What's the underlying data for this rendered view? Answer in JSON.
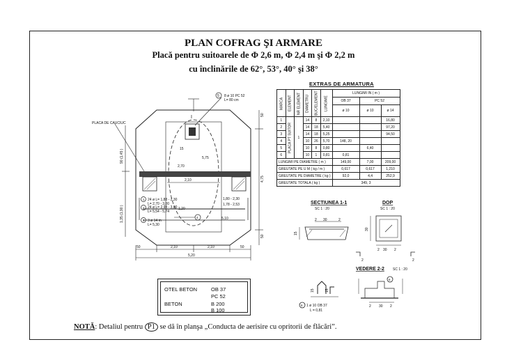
{
  "title": {
    "line1": "PLAN COFRAG ŞI ARMARE",
    "line2": "Placă pentru suitoarele de Φ 2,6 m, Φ 2,4 m şi Φ 2,2 m",
    "line3": "cu înclinările de 62°, 53°, 40° şi 38°"
  },
  "plan": {
    "label_placa": "PLACA DE CAUCIUC",
    "bar5": "5",
    "bar5_spec": "8 ø 10 PC 52",
    "bar5_len": "L= 80 cm",
    "dim_bottom_total": "5,20",
    "dim_bottom_parts": [
      "50",
      "2,10",
      "2,10",
      "50"
    ],
    "dim_inner": "2,10",
    "dim_right": [
      "50",
      "4,75",
      "50"
    ],
    "dim_left_upper": "90 (1,45 )",
    "dim_left_lower": "1,35 (1,90 )",
    "dim_270": "2,70",
    "dim_120": "1,20",
    "dim_510": "5,10",
    "dim_15": "15",
    "dim_575": "5,75",
    "bar1": "1",
    "bar1_spec": "24 ø  L= 1,88 - 2,30",
    "bar1_len": "L= 2,70 - 3,00",
    "bar2": "2",
    "bar2_spec": "24 ø  L= 2,98 - 3,00",
    "bar2_len": "L= 5,54 - 5,74",
    "bar3": "3",
    "bar3_spec": "3 ø 14  m",
    "bar3_len": "L= 5,30",
    "bar4": "4",
    "bar1b_spec": "1,80 - 2,30",
    "bar1b_len": "1,78 - 2,53",
    "mark_i": "I"
  },
  "extras": {
    "title": "EXTRAS   DE   ARMATURA",
    "col_headers": [
      "MARCA",
      "ELEMENT",
      "NR ELEMENT",
      "DIAMETRU",
      "BUC/ELEMENT",
      "LUNGIME"
    ],
    "lung_header": "LUNGIMI   IN    ( m )",
    "grades": [
      "OB 37",
      "PC 52"
    ],
    "diams": [
      "ø 10",
      "ø 10",
      "ø 14"
    ],
    "element_label": "PLACA  PT SUITOR",
    "nr_element": "1",
    "rows": [
      {
        "marca": "1",
        "diam": "14",
        "buc": "8",
        "lung": "2,10",
        "ob10": "",
        "pc10": "",
        "pc14": "16,80"
      },
      {
        "marca": "2",
        "diam": "14",
        "buc": "18",
        "lung": "5,40",
        "ob10": "",
        "pc10": "",
        "pc14": "97,20"
      },
      {
        "marca": "3",
        "diam": "14",
        "buc": "18",
        "lung": "5,25",
        "ob10": "",
        "pc10": "",
        "pc14": "94,50"
      },
      {
        "marca": "4",
        "diam": "10",
        "buc": "26",
        "lung": "5,70",
        "ob10": "148, 20",
        "pc10": "",
        "pc14": ""
      },
      {
        "marca": "5",
        "diam": "10",
        "buc": "8",
        "lung": "0,80",
        "ob10": "",
        "pc10": "6,40",
        "pc14": ""
      },
      {
        "marca": "6",
        "diam": "10",
        "buc": "1",
        "lung": "0,81",
        "ob10": "0,81",
        "pc10": "",
        "pc14": ""
      }
    ],
    "sum_rows": [
      {
        "label": "LUNGIMI  PE  DIAMETRE  ( m )",
        "v": [
          "149,00",
          "7,00",
          "209,00"
        ]
      },
      {
        "label": "GREUTATE  PE  U M ( kg / m )",
        "v": [
          "0,617",
          "0,617",
          "1,210"
        ]
      },
      {
        "label": "GREUTATE  PE  DIAMETRE  ( kg )",
        "v": [
          "92,0",
          "4,4",
          "252,9"
        ]
      }
    ],
    "total_label": "GREUTATE  TOTALA  ( kg )",
    "total_value": "349, 3"
  },
  "section11": {
    "title": "SECTIUNEA   1-1",
    "scale": "SC  1 : 20",
    "dims": [
      "2",
      "30",
      "2",
      "15"
    ]
  },
  "dop": {
    "title": "DOP",
    "scale": "SC  1 : 20",
    "dims": [
      "30",
      "2",
      "30",
      "2"
    ]
  },
  "vedere": {
    "title": "VEDERE  2-2",
    "scale": "SC  1 : 20",
    "mark": "6",
    "dims": [
      "2",
      "30",
      "2"
    ],
    "marks": [
      "2",
      "2"
    ]
  },
  "hook": {
    "mark": "6",
    "spec": "1 ø 10  OB 37",
    "len": "L = 0,81",
    "dims": [
      "15",
      "15"
    ]
  },
  "materials": {
    "r1_label": "OTEL  BETON",
    "r1_val1": "OB  37",
    "r1_val2": "PC  52",
    "r2_label": "BETON",
    "r2_val1": "B  200",
    "r2_val2": "B  100"
  },
  "note": {
    "key": "NOTĂ",
    "before": ": Detaliul pentru",
    "ref": "P1",
    "after": "se dă în planşa „Conducta de aerisire cu opritorii de flăcări”."
  }
}
